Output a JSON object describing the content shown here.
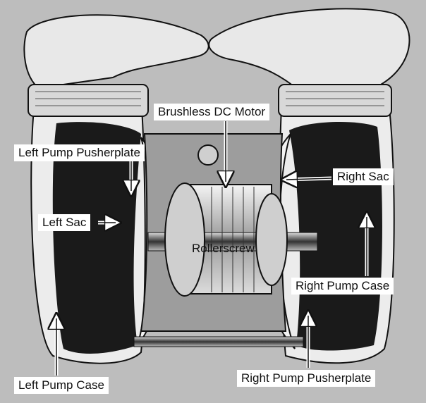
{
  "labels": {
    "brushless_dc_motor": "Brushless DC Motor",
    "left_pump_pusherplate": "Left Pump Pusherplate",
    "right_sac": "Right Sac",
    "left_sac": "Left Sac",
    "rollerscrew": "Rollerscrew",
    "right_pump_case": "Right Pump Case",
    "right_pump_pusherplate": "Right Pump Pusherplate",
    "left_pump_case": "Left Pump Case"
  },
  "colors": {
    "background": "#bdbdbd",
    "label_box": "#ffffff",
    "sac_dark": "#1a1a1a",
    "metal_light": "#e6e6e6",
    "outline": "#111111"
  }
}
